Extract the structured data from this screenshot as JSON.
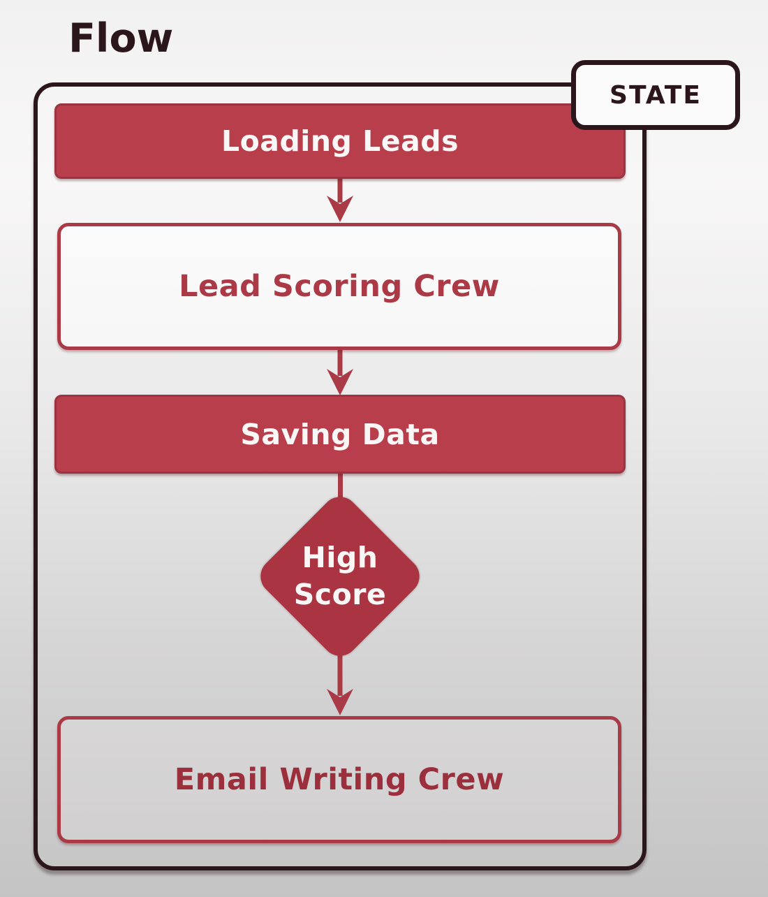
{
  "title": "Flow",
  "state_badge": {
    "label": "STATE"
  },
  "flow": {
    "nodes": [
      {
        "id": "loading-leads",
        "label": "Loading Leads",
        "kind": "step-filled"
      },
      {
        "id": "lead-scoring-crew",
        "label": "Lead Scoring Crew",
        "kind": "step-outlined"
      },
      {
        "id": "saving-data",
        "label": "Saving Data",
        "kind": "step-filled"
      },
      {
        "id": "high-score",
        "label": "High Score",
        "label_lines": [
          "High",
          "Score"
        ],
        "kind": "decision-diamond"
      },
      {
        "id": "email-writing-crew",
        "label": "Email Writing Crew",
        "kind": "step-outlined"
      }
    ],
    "edges": [
      {
        "from": "loading-leads",
        "to": "lead-scoring-crew"
      },
      {
        "from": "lead-scoring-crew",
        "to": "saving-data"
      },
      {
        "from": "saving-data",
        "to": "high-score"
      },
      {
        "from": "high-score",
        "to": "email-writing-crew"
      }
    ]
  },
  "colors": {
    "accent_red": "#b83e4c",
    "accent_red_dark": "#9b3440",
    "outline_red": "#a93a46",
    "diamond_red": "#aa3442",
    "dark_border": "#2b161b",
    "text_on_red": "#faf7f7",
    "maroon_text": "#ac3a46",
    "email_text": "#9c2f3c",
    "bg_top": "#f2f1f1",
    "bg_bottom": "#c5c4c4"
  }
}
